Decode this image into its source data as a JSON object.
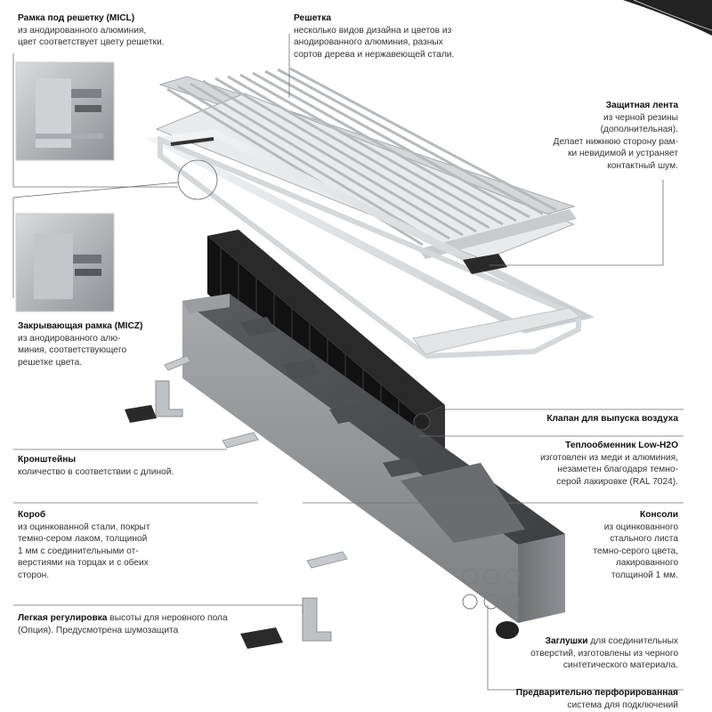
{
  "labels": {
    "micl": {
      "title": "Рамка под решетку (MICL)",
      "lines": [
        "из анодированного алюминия,",
        "цвет соответствует цвету решетки."
      ]
    },
    "grille": {
      "title": "Решетка",
      "lines": [
        "несколько видов дизайна и цветов из",
        "анодированного алюминия, разных",
        "сортов дерева и нержавеющей стали."
      ]
    },
    "tape": {
      "title": "Защитная лента",
      "lines": [
        "из черной резины",
        "(дополнительная).",
        "Делает нижнюю сторону рам-",
        "ки невидимой и устраняет",
        "контактный шум."
      ]
    },
    "micz": {
      "title": "Закрывающая рамка (MICZ)",
      "lines": [
        "из анодированного алю-",
        "миния, соответствующего",
        "решетке цвета."
      ]
    },
    "valve": {
      "title": "Клапан для выпуска воздуха",
      "lines": []
    },
    "exchanger": {
      "title": "Теплообменник Low-H2O",
      "lines": [
        "изготовлен из меди и алюминия,",
        "незаметен благодаря темно-",
        "серой лакировке (RAL 7024)."
      ]
    },
    "brackets": {
      "title": "Кронштейны",
      "lines": [
        "количество в соответствии с длиной."
      ]
    },
    "box": {
      "title": "Короб",
      "lines": [
        "из оцинкованной стали, покрыт",
        "темно-сером лаком, толщиной",
        "1 мм с соединительными от-",
        "верстиями на торцах и с обеих",
        "сторон."
      ]
    },
    "consoles": {
      "title": "Консоли",
      "lines": [
        "из оцинкованного",
        "стального листа",
        "темно-серого цвета,",
        "лакированного",
        "толщиной 1 мм."
      ]
    },
    "adjust": {
      "title": "Легкая регулировка",
      "rest": " высоты для неровного пола",
      "lines": [
        "(Опция). Предусмотрена шумозащита"
      ]
    },
    "plugs": {
      "title": "Заглушки",
      "rest": " для соединительных",
      "lines": [
        "отверстий, изготовлены из черного",
        "синтетического материала."
      ]
    },
    "perforated": {
      "title": "Предварительно перфорированная",
      "lines": [
        "система для подключений"
      ]
    }
  },
  "colors": {
    "line": "#6f6f6f",
    "frame": "#e6e8ea",
    "exchanger": "#1b1b1b",
    "box": "#8d8f92"
  }
}
